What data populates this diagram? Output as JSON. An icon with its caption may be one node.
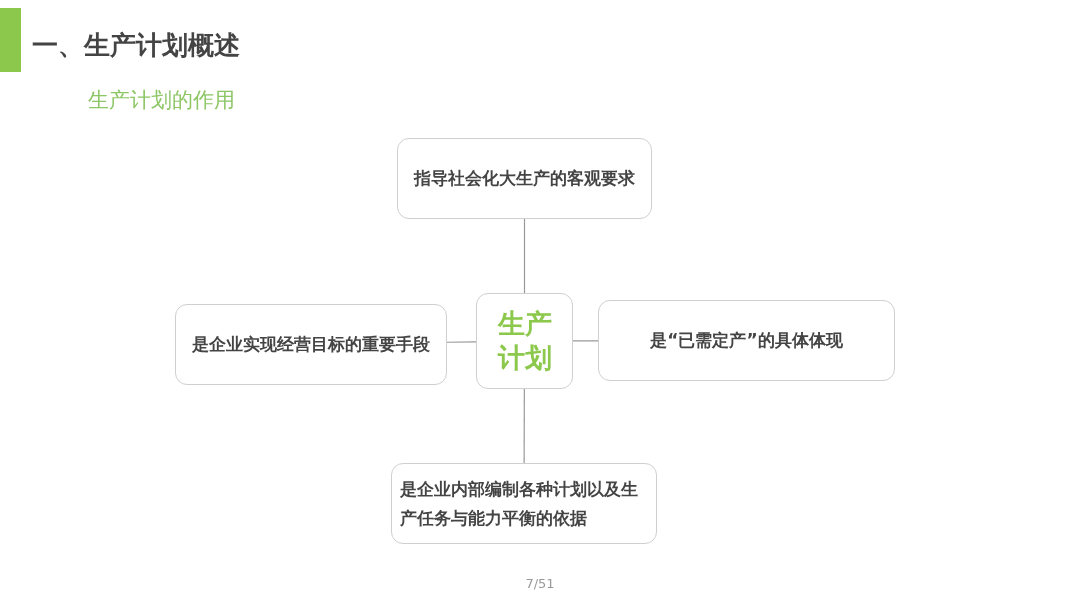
{
  "diagram": {
    "title": "一、生产计划概述",
    "nodes": [
      {
        "text": [
          "指导社会化大生产的客观要求"
        ]
      },
      {
        "text": [
          "是企业实现经营目标的重要手段"
        ]
      },
      {
        "text": [
          "生产计划"
        ]
      },
      {
        "text": [
          "是“已需定产”的具体体现"
        ]
      },
      {
        "text": [
          "是企业内部编制各种计划以及生产任务与能力平衡的依据"
        ]
      }
    ],
    "edges": [
      {
        "from": 2,
        "to": 0,
        "arrow": "none"
      },
      {
        "from": 2,
        "to": 1,
        "arrow": "none"
      },
      {
        "from": 2,
        "to": 3,
        "arrow": "none"
      },
      {
        "from": 2,
        "to": 4,
        "arrow": "none"
      }
    ],
    "labels": [
      "生产计划的作用",
      "7/51"
    ]
  }
}
